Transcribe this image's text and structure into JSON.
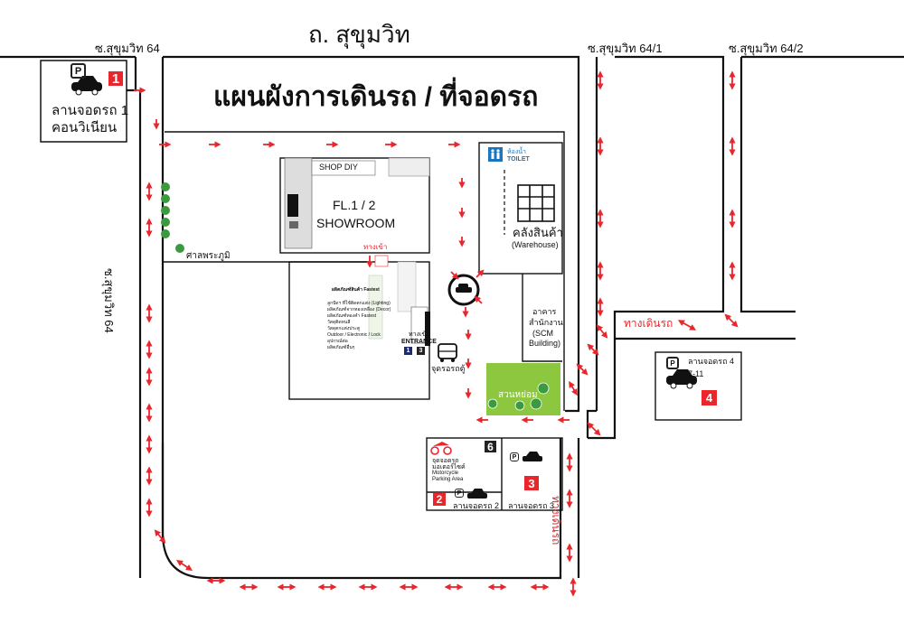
{
  "header": {
    "main_road": "ถ. สุขุมวิท",
    "title": "แผนผังการเดินรถ / ที่จอดรถ"
  },
  "roads": {
    "soi_64": "ซ.สุขุมวิท 64",
    "soi_64_1": "ซ.สุขุมวิท 64/1",
    "soi_64_2": "ซ.สุขุมวิท 64/2",
    "soi_64_vertical": "ซ.สุขุมวิท 64"
  },
  "parking_1": {
    "line1": "ลานจอดรถ 1",
    "line2": "คอนวิเนียน",
    "number": "1",
    "p_icon": "P"
  },
  "parking_2": {
    "label": "ลานจอดรถ 2",
    "number": "2",
    "p_icon": "P"
  },
  "parking_3": {
    "label": "ลานจอดรถ 3",
    "number": "3",
    "p_icon": "P"
  },
  "parking_4": {
    "line1": "ลานจอดรถ 4",
    "line2": "7-11",
    "number": "4",
    "p_icon": "P"
  },
  "motorcycle": {
    "line1": "จุดจอดรถ",
    "line2": "มอเตอร์ไซค์",
    "line3": "Motorcycle",
    "line4": "Parking Area",
    "number": "6"
  },
  "building": {
    "shop_diy": "SHOP DIY",
    "fl": "FL.1 / 2",
    "showroom": "SHOWROOM",
    "gate": "ทางเข้า",
    "entrance_th": "ทางเข้า",
    "entrance_en": "ENTRANCE",
    "shrine": "ศาลพระภูมิ",
    "bus_stop": "จุดรอรถตู้",
    "entrance_tags": [
      "1",
      "3"
    ],
    "floorplan_heading": "ผลิตภัณฑ์สินค้า Fastest",
    "floorplan_items": [
      "ลูกปัดฯ ที่ใช้ติดตกแต่ง (Lighting)",
      "ผลิตภัณฑ์จากทองเหลือง (Decor)",
      "ผลิตภัณฑ์ทองคำ Fastest",
      "วัสดุติดทนสี",
      "วัสดุตกแต่งประตู",
      "Outdoor / Electronic / Lock",
      "อุปกรณ์ต่อ",
      "ผลิตภัณฑ์อื่นๆ"
    ]
  },
  "toilet": {
    "th": "ห้องน้ำ",
    "en": "TOILET"
  },
  "warehouse": {
    "th": "คลังสินค้า",
    "en": "(Warehouse)"
  },
  "office": {
    "line1": "อาคาร",
    "line2": "สำนักงาน",
    "line3": "(SCM",
    "line4": "Building)"
  },
  "garden": {
    "label": "สวนหย่อม"
  },
  "walkways": {
    "horizontal": "ทางเดินรถ",
    "vertical": "ทางเดินรถ"
  },
  "colors": {
    "arrow": "#e8262c",
    "road_line": "#111111",
    "garden": "#8dc63f",
    "badge": "#e8262c",
    "tree": "#3a9a3f",
    "toilet_blue": "#1b75bc",
    "entrance_navy": "#1d2a6b"
  },
  "icons": [
    "parking-icon",
    "car-icon",
    "motorcycle-icon",
    "toilet-icon",
    "warehouse-shelf-icon",
    "bus-icon",
    "tree-icon",
    "no-car-roundabout-icon"
  ]
}
